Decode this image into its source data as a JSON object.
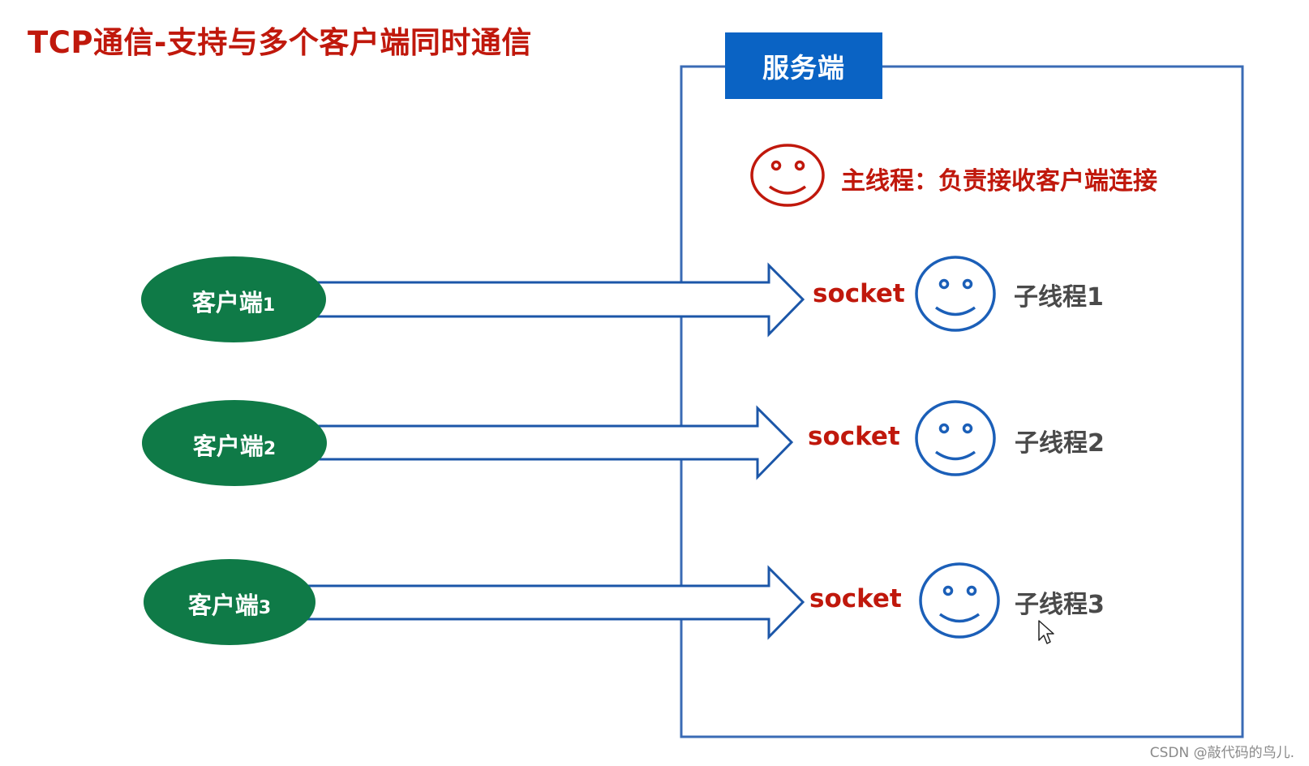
{
  "title": "TCP通信-支持与多个客户端同时通信",
  "server": {
    "label": "服务端",
    "main_thread": "主线程：负责接收客户端连接"
  },
  "connections": [
    {
      "client": "客户端",
      "client_num": "1",
      "socket": "socket",
      "worker": "子线程1"
    },
    {
      "client": "客户端",
      "client_num": "2",
      "socket": "socket",
      "worker": "子线程2"
    },
    {
      "client": "客户端",
      "client_num": "3",
      "socket": "socket",
      "worker": "子线程3"
    }
  ],
  "watermark": "CSDN @敲代码的鸟儿.",
  "colors": {
    "title_red": "#c0180c",
    "server_blue": "#0a63c4",
    "frame_blue": "#3a6bb5",
    "client_green": "#0f7a47",
    "worker_face_blue": "#1b5fb8",
    "main_face_red": "#c0180c"
  },
  "icons": {
    "main_thread": "smiley-face-icon",
    "worker_thread": "smiley-face-icon",
    "connection": "arrow-right-icon"
  }
}
